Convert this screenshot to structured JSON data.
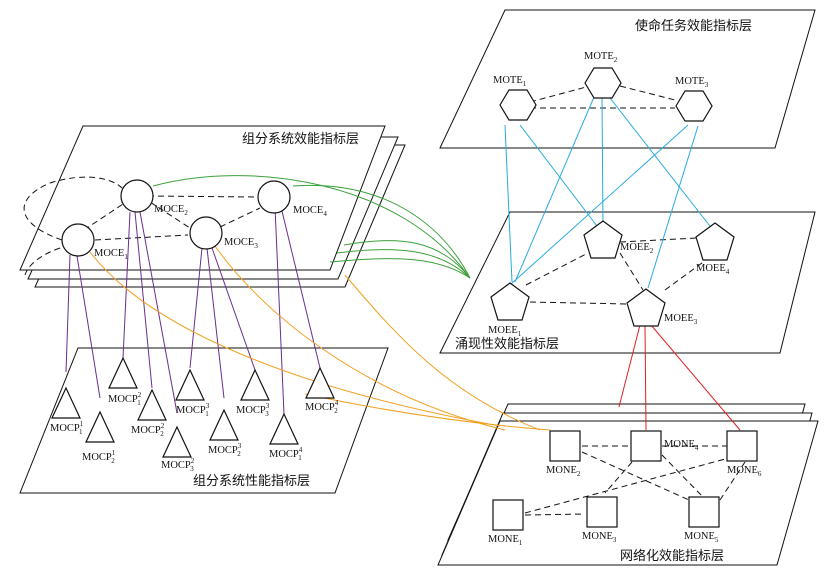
{
  "layers": {
    "mission": "使命任务效能指标层",
    "component_effect": "组分系统效能指标层",
    "emergent": "涌现性效能指标层",
    "component_perf": "组分系统性能指标层",
    "network": "网络化效能指标层"
  },
  "colors": {
    "green": "#3aa03a",
    "purple": "#6a2d8f",
    "orange": "#f0a020",
    "blue": "#2aaae0",
    "red": "#e02020"
  },
  "mote": [
    {
      "base": "MOTE",
      "sub": "1"
    },
    {
      "base": "MOTE",
      "sub": "2"
    },
    {
      "base": "MOTE",
      "sub": "3"
    }
  ],
  "moce": [
    {
      "base": "MOCE",
      "sub": "1"
    },
    {
      "base": "MOCE",
      "sub": "2"
    },
    {
      "base": "MOCE",
      "sub": "3"
    },
    {
      "base": "MOCE",
      "sub": "4"
    }
  ],
  "moee": [
    {
      "base": "MOEE",
      "sub": "1"
    },
    {
      "base": "MOEE",
      "sub": "2"
    },
    {
      "base": "MOEE",
      "sub": "3"
    },
    {
      "base": "MOEE",
      "sub": "4"
    }
  ],
  "mocp": [
    {
      "base": "MOCP",
      "sub": "1",
      "sup": "1"
    },
    {
      "base": "MOCP",
      "sub": "2",
      "sup": "1"
    },
    {
      "base": "MOCP",
      "sub": "1",
      "sup": "2"
    },
    {
      "base": "MOCP",
      "sub": "2",
      "sup": "2"
    },
    {
      "base": "MOCP",
      "sub": "3",
      "sup": "2"
    },
    {
      "base": "MOCP",
      "sub": "1",
      "sup": "3"
    },
    {
      "base": "MOCP",
      "sub": "2",
      "sup": "3"
    },
    {
      "base": "MOCP",
      "sub": "3",
      "sup": "3"
    },
    {
      "base": "MOCP",
      "sub": "1",
      "sup": "4"
    },
    {
      "base": "MOCP",
      "sub": "2",
      "sup": "4"
    }
  ],
  "mone": [
    {
      "base": "MONE",
      "sub": "1"
    },
    {
      "base": "MONE",
      "sub": "2"
    },
    {
      "base": "MONE",
      "sub": "3"
    },
    {
      "base": "MONE",
      "sub": "4"
    },
    {
      "base": "MONE",
      "sub": "5"
    },
    {
      "base": "MONE",
      "sub": "6"
    }
  ]
}
